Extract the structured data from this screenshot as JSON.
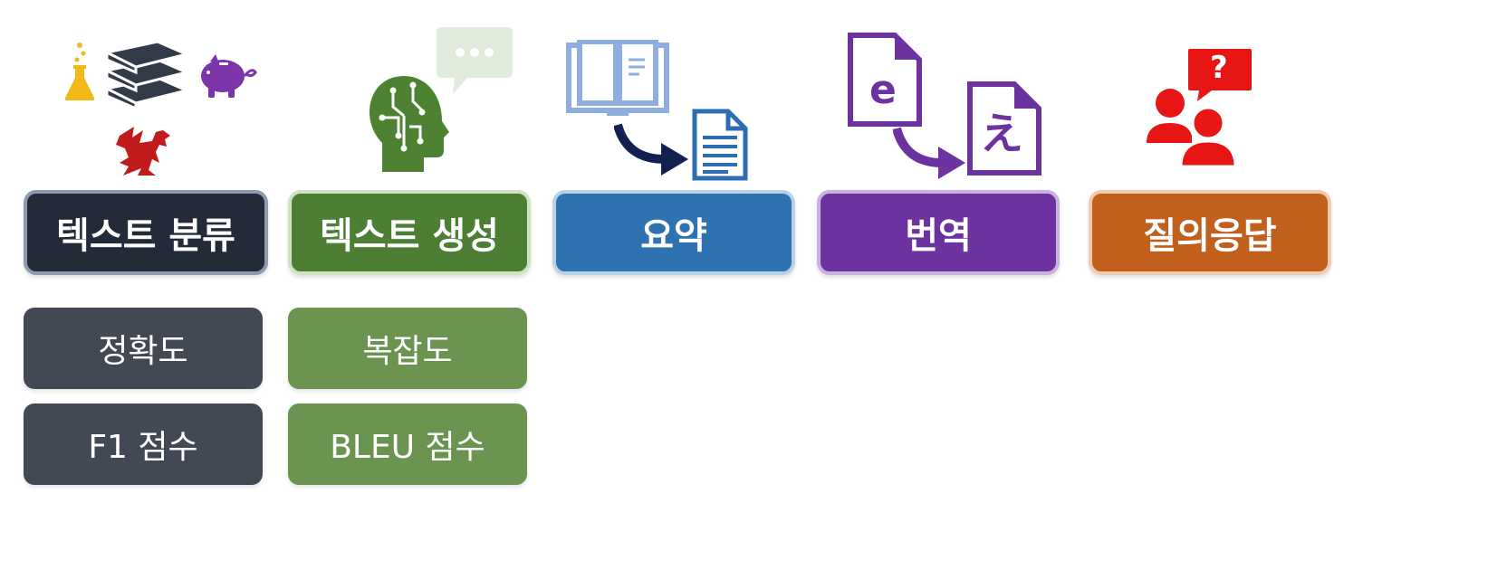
{
  "tasks": [
    {
      "label": "텍스트 분류",
      "color": "#232a38",
      "border": "#8e9ab0"
    },
    {
      "label": "텍스트 생성",
      "color": "#4c7e34",
      "border": "#cfe4c2"
    },
    {
      "label": "요약",
      "color": "#2f72b0",
      "border": "#b8d2ea"
    },
    {
      "label": "번역",
      "color": "#6b32a0",
      "border": "#c8b2e0"
    },
    {
      "label": "질의응답",
      "color": "#c15f1d",
      "border": "#f2ccb0"
    }
  ],
  "metrics": {
    "classification": [
      {
        "label": "정확도"
      },
      {
        "label": "F1 점수"
      }
    ],
    "generation": [
      {
        "label": "복잡도"
      },
      {
        "label": "BLEU 점수"
      }
    ]
  },
  "icons": {
    "classification": [
      "flask-icon",
      "books-icon",
      "piggy-bank-icon",
      "dragon-icon"
    ],
    "generation": [
      "ai-head-icon",
      "speech-bubble-icon"
    ],
    "summarization": [
      "open-book-icon",
      "arrow-icon",
      "document-icon"
    ],
    "translation": {
      "source_glyph": "e",
      "target_glyph": "え"
    },
    "qa": {
      "question_glyph": "?"
    }
  },
  "colors": {
    "metric_classification": "#434954",
    "metric_generation": "#6a9450",
    "flask": "#f2b818",
    "books": "#333b48",
    "piggy": "#7b35a8",
    "dragon": "#c21b1b",
    "ai_head": "#4e8233",
    "bubble": "#e2ecdc",
    "book_blue": "#8eaee0",
    "doc_blue": "#2e6db4",
    "arrow_navy": "#142050",
    "translate_purple": "#6b32a0",
    "qa_red": "#e81515"
  }
}
